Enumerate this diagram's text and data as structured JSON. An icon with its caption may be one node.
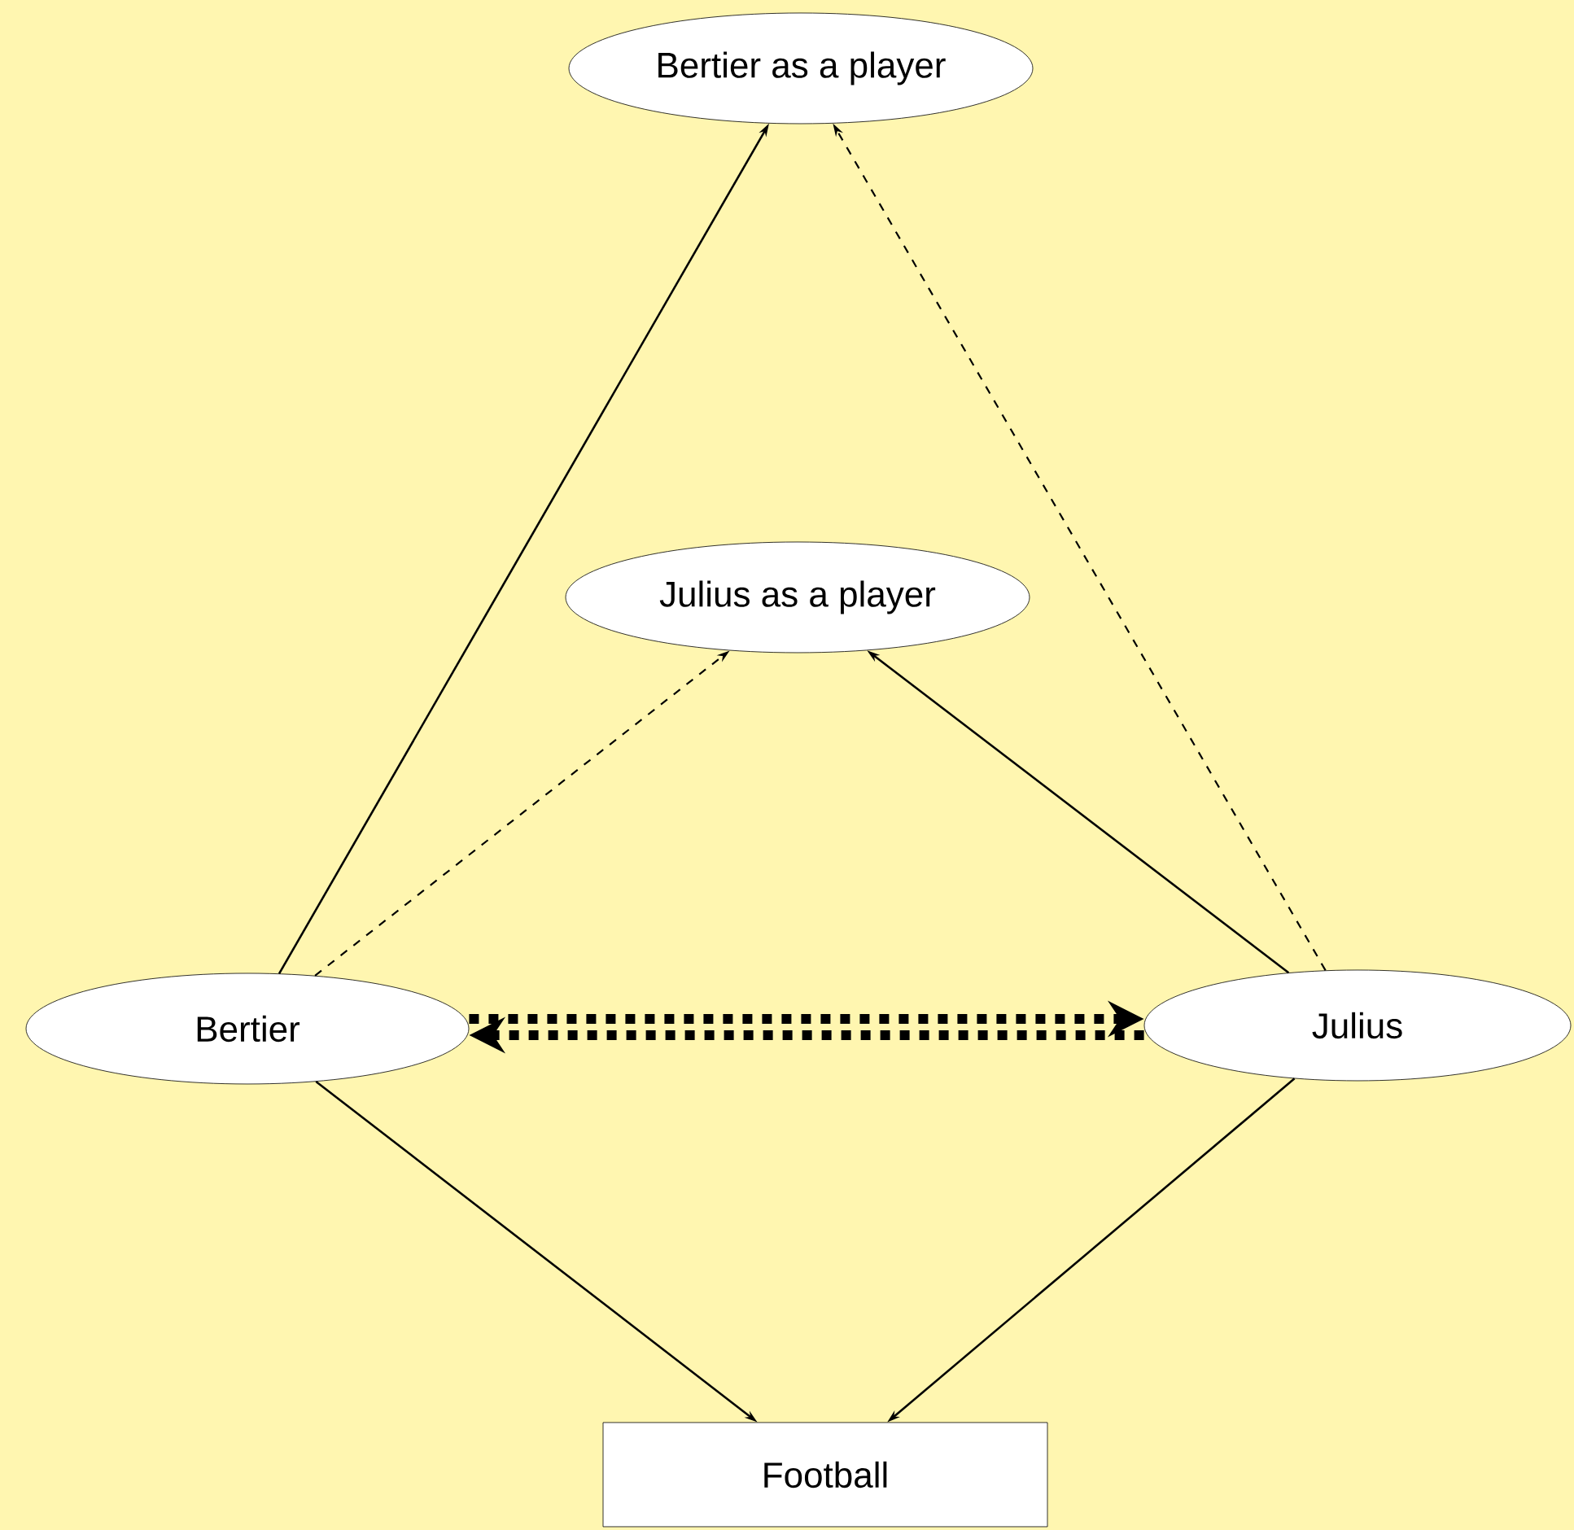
{
  "diagram": {
    "nodes": [
      {
        "text": [
          "Bertier as a player"
        ]
      },
      {
        "text": [
          "Julius as a player"
        ]
      },
      {
        "text": [
          "Bertier"
        ]
      },
      {
        "text": [
          "Julius"
        ]
      },
      {
        "text": [
          "Football"
        ]
      }
    ],
    "edges": [
      {
        "from": 2,
        "to": 0,
        "arrow": "to"
      },
      {
        "from": 3,
        "to": 0,
        "arrow": "to",
        "style": "dashed"
      },
      {
        "from": 2,
        "to": 1,
        "arrow": "to",
        "style": "dashed"
      },
      {
        "from": 3,
        "to": 1,
        "arrow": "to"
      },
      {
        "from": 2,
        "to": 3,
        "arrow": "to",
        "style": "dashed"
      },
      {
        "from": 3,
        "to": 2,
        "arrow": "to",
        "style": "dashed"
      },
      {
        "from": 2,
        "to": 4,
        "arrow": "to"
      },
      {
        "from": 3,
        "to": 4,
        "arrow": "to"
      }
    ]
  }
}
